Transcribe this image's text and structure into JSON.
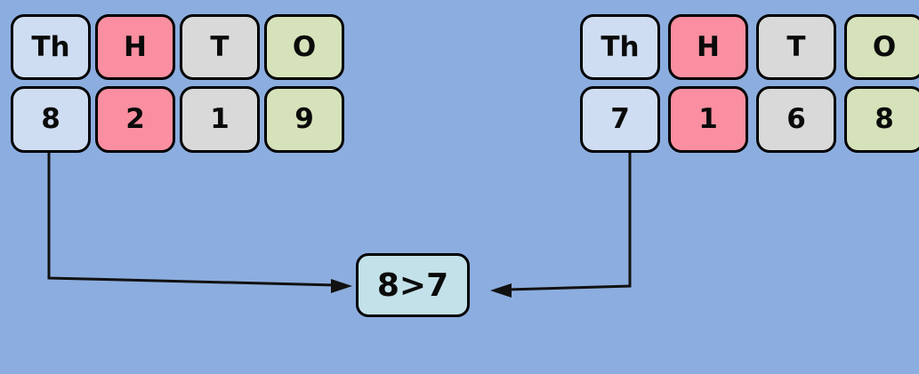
{
  "diagram": {
    "headers": [
      "Th",
      "H",
      "T",
      "O"
    ],
    "left_number": {
      "digits": [
        "8",
        "2",
        "1",
        "9"
      ]
    },
    "right_number": {
      "digits": [
        "7",
        "1",
        "6",
        "8"
      ]
    },
    "comparison": {
      "text": "8>7"
    },
    "colors": {
      "background": "#8caddf",
      "thousands": "#cfddf2",
      "hundreds": "#f98fa0",
      "tens": "#d9d9d9",
      "ones": "#d6e2ba",
      "comparison_box": "#c3e1e9",
      "border": "#000000",
      "arrow": "#111111"
    }
  }
}
